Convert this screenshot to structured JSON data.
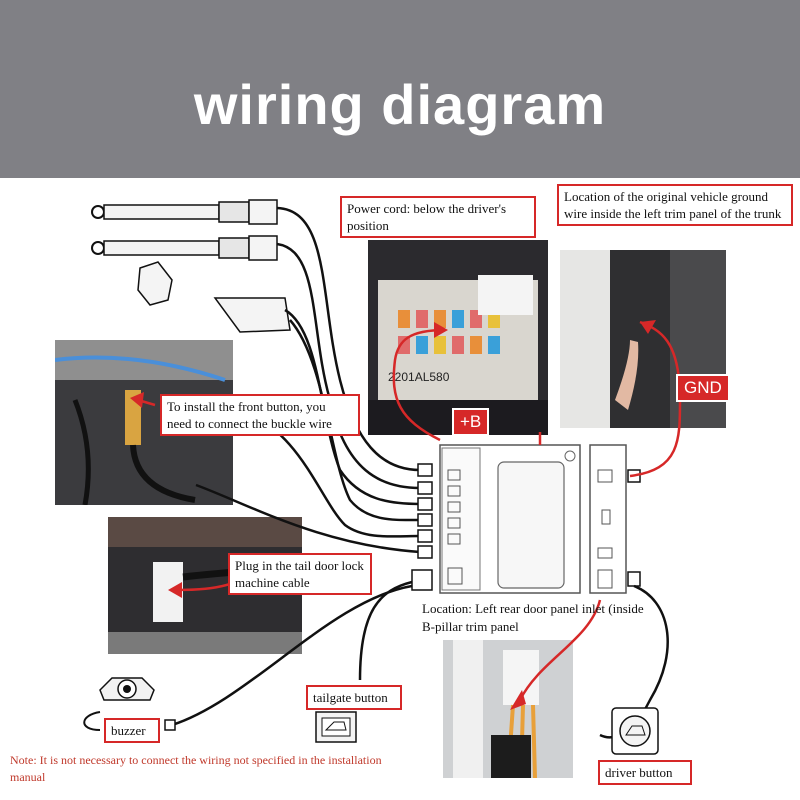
{
  "banner": {
    "title": "wiring diagram"
  },
  "labels": {
    "power_cord": "Power cord: below the driver's position",
    "ground_location": "Location of the original vehicle ground wire inside the left trim panel of the trunk",
    "front_button": "To install the front button, you need to connect the buckle wire",
    "tail_door_lock": "Plug in the tail door lock machine cable",
    "door_panel_location": "Location: Left rear door panel inlet (inside B-pillar trim panel",
    "tailgate_button": "tailgate button",
    "buzzer": "buzzer",
    "driver_button": "driver button",
    "note": "Note: It is not necessary to connect the wiring not specified in the installation manual"
  },
  "tags": {
    "plus_b": "+B",
    "gnd": "GND"
  },
  "fuse_box_text": "2201AL580",
  "colors": {
    "wire": "#111111",
    "accent_red": "#d62828",
    "banner": "#808085"
  }
}
